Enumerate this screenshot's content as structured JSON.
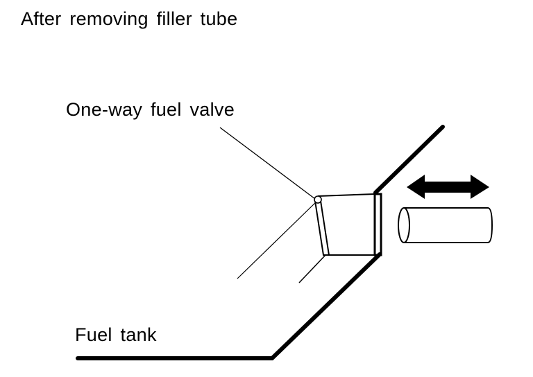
{
  "diagram": {
    "title": "After removing filler tube",
    "labels": {
      "one_way_fuel_valve": "One-way fuel valve",
      "fuel_tank": "Fuel tank"
    },
    "components": [
      {
        "id": "fuel-tank-wall",
        "type": "thick-outline"
      },
      {
        "id": "filler-neck-pipe",
        "type": "outline"
      },
      {
        "id": "one-way-fuel-valve",
        "type": "flap"
      },
      {
        "id": "filler-tube",
        "type": "cylinder"
      },
      {
        "id": "movement-arrow",
        "type": "double-headed-arrow",
        "meaning": "insert / remove direction"
      }
    ],
    "colors": {
      "stroke": "#000000",
      "background": "#ffffff"
    }
  }
}
